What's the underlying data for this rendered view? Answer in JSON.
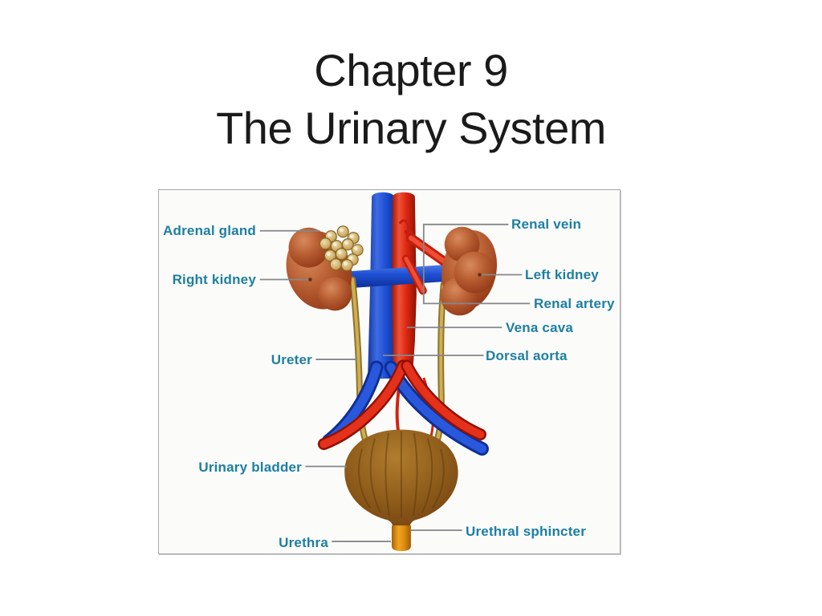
{
  "slide": {
    "title_line1": "Chapter 9",
    "title_line2": "The Urinary System"
  },
  "diagram": {
    "labels": {
      "adrenal_gland": "Adrenal gland",
      "right_kidney": "Right kidney",
      "ureter": "Ureter",
      "urinary_bladder": "Urinary bladder",
      "urethra": "Urethra",
      "renal_vein": "Renal vein",
      "left_kidney": "Left kidney",
      "renal_artery": "Renal artery",
      "vena_cava": "Vena cava",
      "dorsal_aorta": "Dorsal aorta",
      "urethral_sphincter": "Urethral sphincter"
    },
    "colors": {
      "label_text": "#1d7fa2",
      "leader_line": "#85888b",
      "title_text": "#1a1a1a",
      "panel_border": "#a6a9ab",
      "panel_background": "#fbfbf9",
      "vein_blue": "#1d4ed2",
      "artery_red": "#dd2711",
      "kidney_brown": "#a6512a",
      "adrenal_tan": "#cfae66",
      "ureter_gold": "#b3953f",
      "bladder_brown": "#7c4a14",
      "urethra_orange": "#e0900f"
    }
  }
}
